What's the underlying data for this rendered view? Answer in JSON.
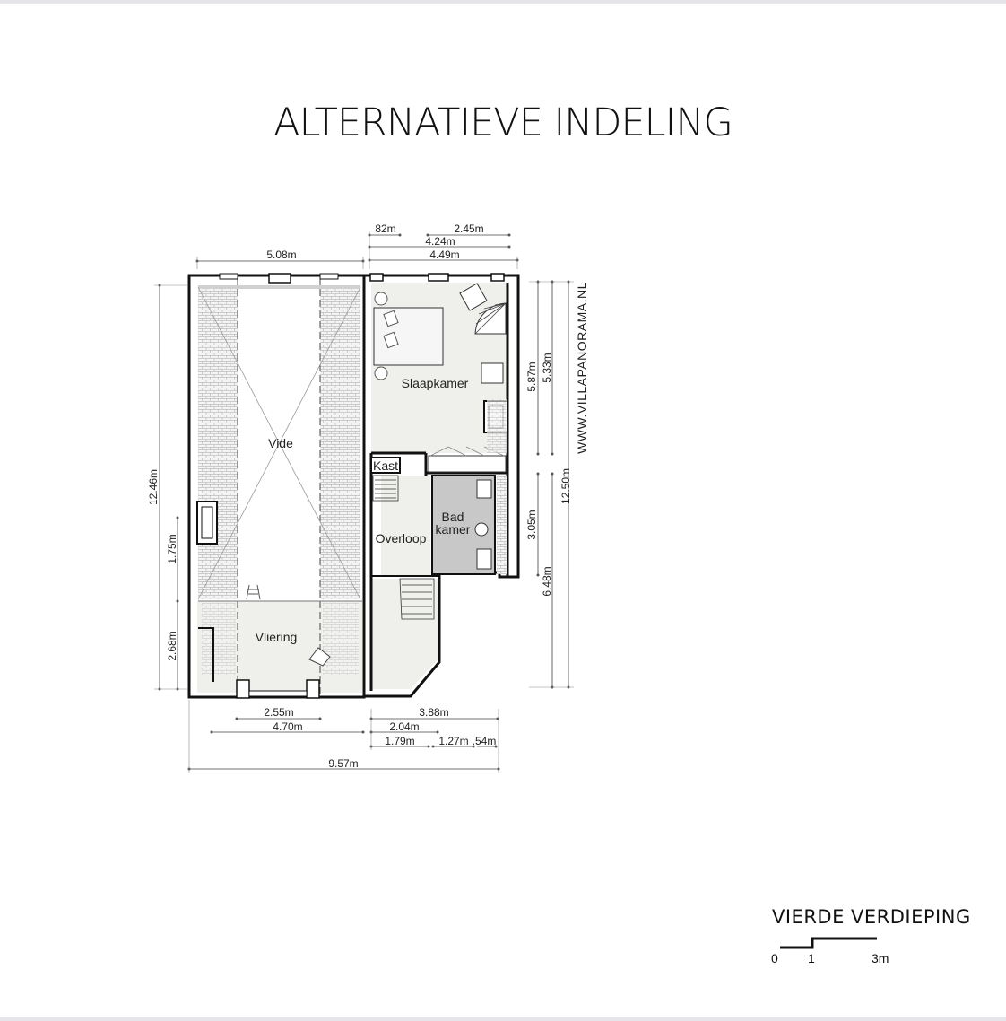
{
  "title": "ALTERNATIEVE INDELING",
  "floor": "VIERDE VERDIEPING",
  "watermark": "WWW.VILLAPANORAMA.NL",
  "rooms": {
    "slaapkamer": "Slaapkamer",
    "vide": "Vide",
    "kast": "Kast",
    "overloop": "Overloop",
    "bad_line1": "Bad",
    "bad_line2": "kamer",
    "vliering": "Vliering"
  },
  "dimensions": {
    "d_82": "82m",
    "d_245": "2.45m",
    "d_424": "4.24m",
    "d_449": "4.49m",
    "d_508": "5.08m",
    "d_1246": "12.46m",
    "d_175": "1.75m",
    "d_268": "2.68m",
    "d_587": "5.87m",
    "d_533": "5.33m",
    "d_305": "3.05m",
    "d_648": "6.48m",
    "d_1250": "12.50m",
    "d_255": "2.55m",
    "d_470": "4.70m",
    "d_388": "3.88m",
    "d_204": "2.04m",
    "d_179": "1.79m",
    "d_127": "1.27m",
    "d_54": ".54m",
    "d_957": "9.57m"
  },
  "scale": {
    "zero": "0",
    "one": "1",
    "three": "3m"
  },
  "colors": {
    "floor": "#efefeb",
    "bathroom": "#c8c8c8",
    "wall": "#111111",
    "roof_tile": "#d9d9d9"
  }
}
